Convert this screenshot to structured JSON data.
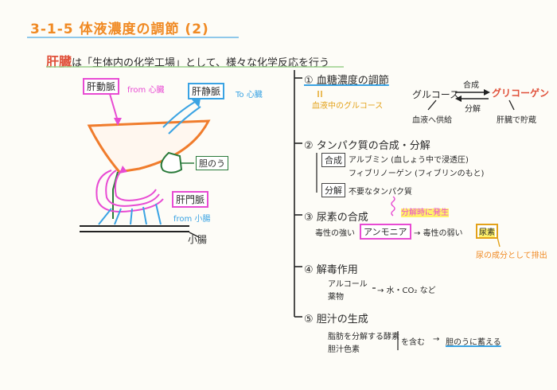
{
  "title": "3-1-5 体液濃度の調節 (2)",
  "intro": {
    "subject": "肝臓",
    "text": "は「生体内の化学工場」として、様々な化学反応を行う"
  },
  "diagram": {
    "hepatic_artery": "肝動脈",
    "hepatic_artery_from": "from 心臓",
    "hepatic_vein": "肝静脈",
    "hepatic_vein_to": "To 心臓",
    "gallbladder": "胆のう",
    "portal_vein": "肝門脈",
    "portal_vein_from": "from 小腸",
    "small_intestine": "小腸"
  },
  "sections": {
    "s1": {
      "heading": "① 血糖濃度の調節",
      "note": "血液中のグルコース",
      "glucose": "グルコース",
      "synthesis": "合成",
      "decomposition": "分解",
      "glycogen": "グリコーゲン",
      "left_result": "血液へ供給",
      "right_result": "肝臓で貯蔵"
    },
    "s2": {
      "heading": "② タンパク質の合成・分解",
      "synthesis_label": "合成",
      "synthesis_line1": "アルブミン (血しょう中で浸透圧)",
      "synthesis_line2": "フィブリノーゲン (フィブリンのもと)",
      "decomposition_label": "分解",
      "decomposition_text": "不要なタンパク質"
    },
    "s3": {
      "heading": "③ 尿素の合成",
      "byproduct_note": "分解時に発生",
      "line_prefix": "毒性の強い",
      "ammonia": "アンモニア",
      "line_middle": "→ 毒性の弱い",
      "urea": "尿素",
      "excretion": "尿の成分として排出"
    },
    "s4": {
      "heading": "④ 解毒作用",
      "item1": "アルコール",
      "item2": "薬物",
      "result": "→ 水・CO₂ など"
    },
    "s5": {
      "heading": "⑤ 胆汁の生成",
      "item1": "脂肪を分解する酵素",
      "item2": "胆汁色素",
      "contains": "を含む",
      "result": "胆のうに蓄える"
    }
  }
}
